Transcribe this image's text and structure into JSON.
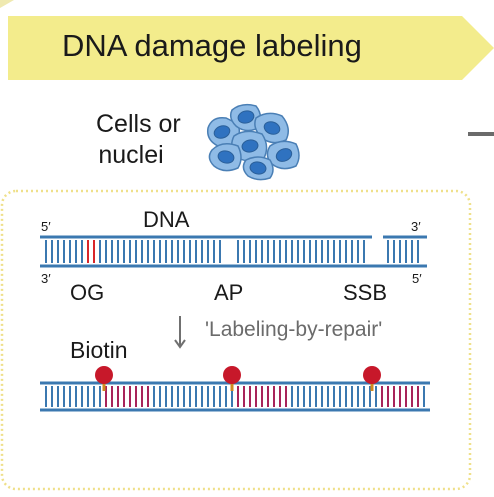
{
  "banner": {
    "title": "DNA damage labeling"
  },
  "cells": {
    "line1": "Cells or",
    "line2": "nuclei"
  },
  "dna": {
    "label": "DNA",
    "end_top_left": "5′",
    "end_top_right": "3′",
    "end_bottom_left": "3′",
    "end_bottom_right": "5′",
    "site_og": "OG",
    "site_ap": "AP",
    "site_ssb": "SSB"
  },
  "step": {
    "label": "'Labeling-by-repair'"
  },
  "biotin": {
    "label": "Biotin"
  },
  "colors": {
    "banner_fill": "#f3ec8c",
    "strand_blue": "#3b78b0",
    "lesion_red": "#d8262a",
    "label_magenta": "#a8235a",
    "biotin_red": "#c7182a",
    "cell_fill": "#8fbbe6",
    "cell_nucleus": "#2f72c0",
    "box_border": "#efe08a",
    "arrow_gray": "#707070",
    "text": "#1a1a1a"
  }
}
